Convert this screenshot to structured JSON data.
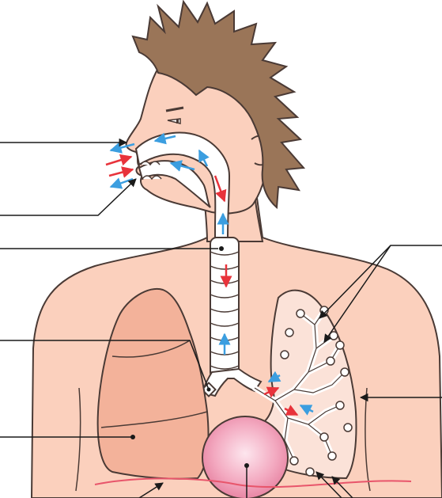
{
  "diagram": {
    "colors": {
      "skin": "#fbd0bd",
      "skin_outline": "#4a3a35",
      "hair": "#9a7558",
      "lung": "#f3b29a",
      "heart": "#ec8fa8",
      "airway": "#ffffff",
      "inhale_arrow": "#e8333b",
      "exhale_arrow": "#3b9ee0",
      "leader_line": "#1a1a1a"
    },
    "icons": [
      "inhale-arrow-icon",
      "exhale-arrow-icon",
      "leader-arrow-icon"
    ],
    "label_pointers": [
      "nasal-cavity-pointer",
      "mouth-pointer",
      "trachea-pointer",
      "bronchi-pointer",
      "bronchioles-pointer",
      "right-lung-pointer",
      "lung-outline-pointer",
      "heart-pointer",
      "diaphragm-pointer",
      "alveoli-pointer"
    ]
  }
}
